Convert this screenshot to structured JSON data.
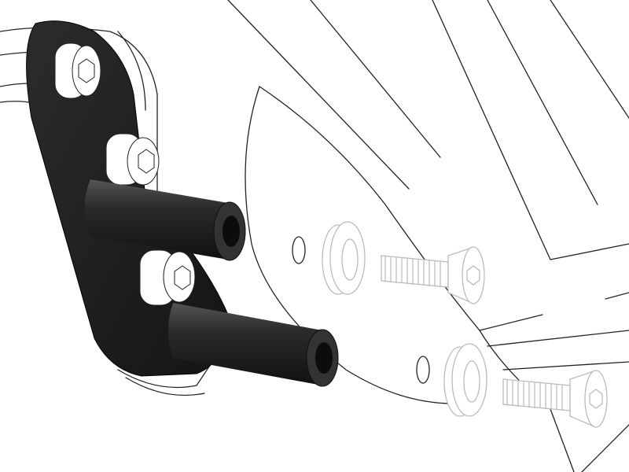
{
  "colors": {
    "plate": "#1e1e1e",
    "spacer": "#2a2a2a",
    "line": "#222222",
    "ghost_parts": "#bbbbbb",
    "background": "#ffffff"
  },
  "parts": {
    "plate_bolts": 3,
    "spacers": 2,
    "washers": 2,
    "screws": 2
  }
}
